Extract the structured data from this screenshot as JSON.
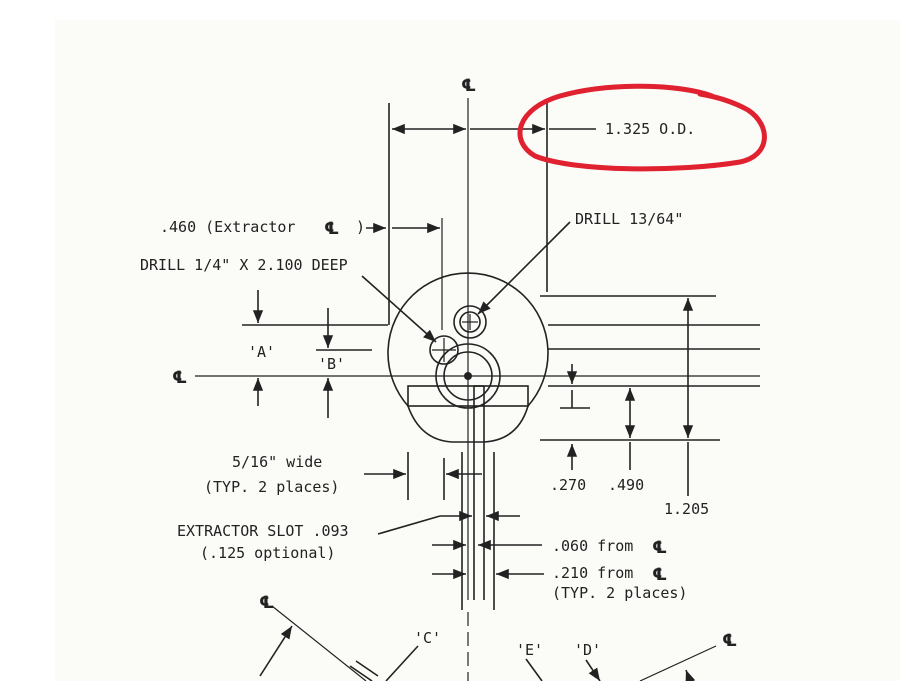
{
  "centerline_symbol": "℄",
  "labels": {
    "od": "1.325 O.D.",
    "extractor_cl": ".460 (Extractor",
    "drill_13_64": "DRILL 13/64\"",
    "drill_quarter": "DRILL 1/4\" X 2.100 DEEP",
    "a": "'A'",
    "b": "'B'",
    "wide_1": "5/16\" wide",
    "wide_2": "(TYP. 2 places)",
    "slot_1": "EXTRACTOR SLOT .093",
    "slot_2": "(.125 optional)",
    "d270": ".270",
    "d490": ".490",
    "d1205": "1.205",
    "from060": ".060 from",
    "from210": ".210 from",
    "typ2": "(TYP. 2 places)",
    "c": "'C'",
    "e": "'E'",
    "d": "'D'"
  },
  "annotation_color": "#e0212f"
}
